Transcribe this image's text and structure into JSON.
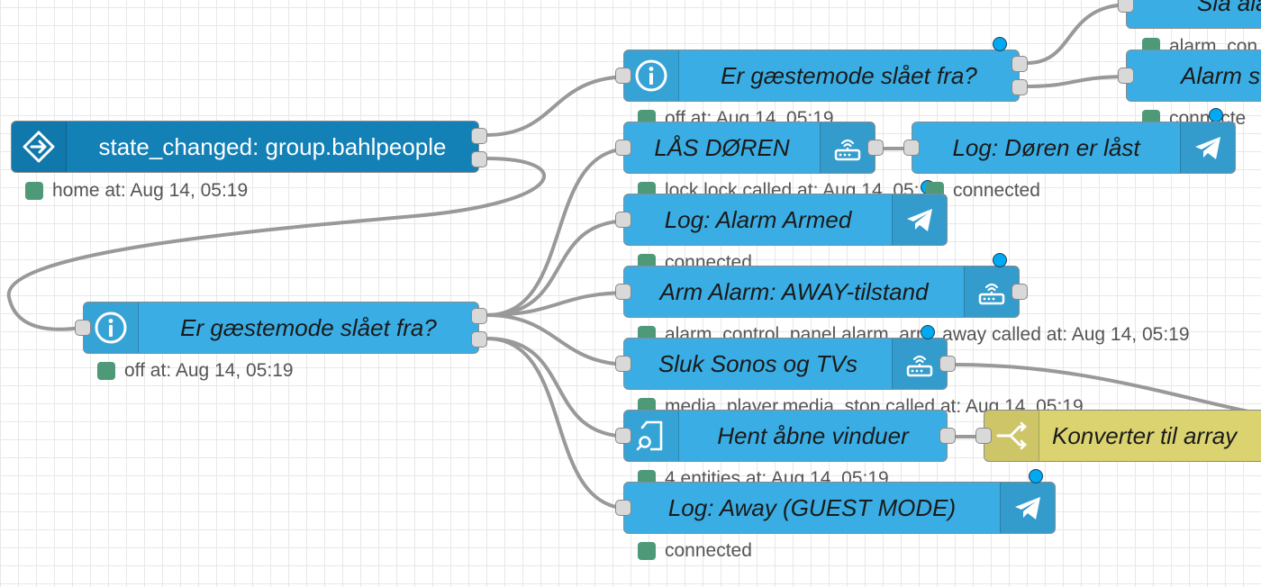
{
  "canvas": {
    "background": "#ffffff",
    "grid_color": "#e8e8e8",
    "wire_color": "#999999"
  },
  "colors": {
    "node_blue": "#3aaee4",
    "node_dark_blue": "#1380b6",
    "node_yellow": "#dbd270",
    "status_green": "#4e9a78",
    "changed_dot": "#00a9f1"
  },
  "nodes": {
    "state_changed": {
      "label": "state_changed: group.bahlpeople",
      "icon": "arrow-right-circle-icon",
      "status": "home at: Aug 14, 05:19"
    },
    "er_gaestemode_1": {
      "label": "Er gæstemode slået fra?",
      "icon": "info-icon",
      "status": "off at: Aug 14, 05:19"
    },
    "er_gaestemode_2": {
      "label": "Er gæstemode slået fra?",
      "icon": "info-icon",
      "status": "off at: Aug 14, 05:19"
    },
    "slaa_alarm": {
      "label": "Slå ala",
      "status": "alarm_con"
    },
    "alarm_s": {
      "label": "Alarm s",
      "status": "connecte"
    },
    "laas_doeren": {
      "label": "LÅS DØREN",
      "icon": "router-icon",
      "status": "lock.lock called at: Aug 14, 05:19"
    },
    "log_doeren": {
      "label": "Log: Døren er låst",
      "icon": "telegram-icon",
      "status": "connected"
    },
    "log_alarm_armed": {
      "label": "Log: Alarm Armed",
      "icon": "telegram-icon",
      "status": "connected"
    },
    "arm_alarm": {
      "label": "Arm Alarm: AWAY-tilstand",
      "icon": "router-icon",
      "status": "alarm_control_panel.alarm_arm_away called at: Aug 14, 05:19"
    },
    "sluk_sonos": {
      "label": "Sluk Sonos og TVs",
      "icon": "router-icon",
      "status": "media_player.media_stop called at: Aug 14, 05:19"
    },
    "hent_vinduer": {
      "label": "Hent åbne vinduer",
      "icon": "search-entity-icon",
      "status": "4 entities at: Aug 14, 05:19"
    },
    "konverter": {
      "label": "Konverter til array",
      "icon": "split-icon"
    },
    "log_away": {
      "label": "Log: Away (GUEST MODE)",
      "icon": "telegram-icon",
      "status": "connected"
    }
  }
}
